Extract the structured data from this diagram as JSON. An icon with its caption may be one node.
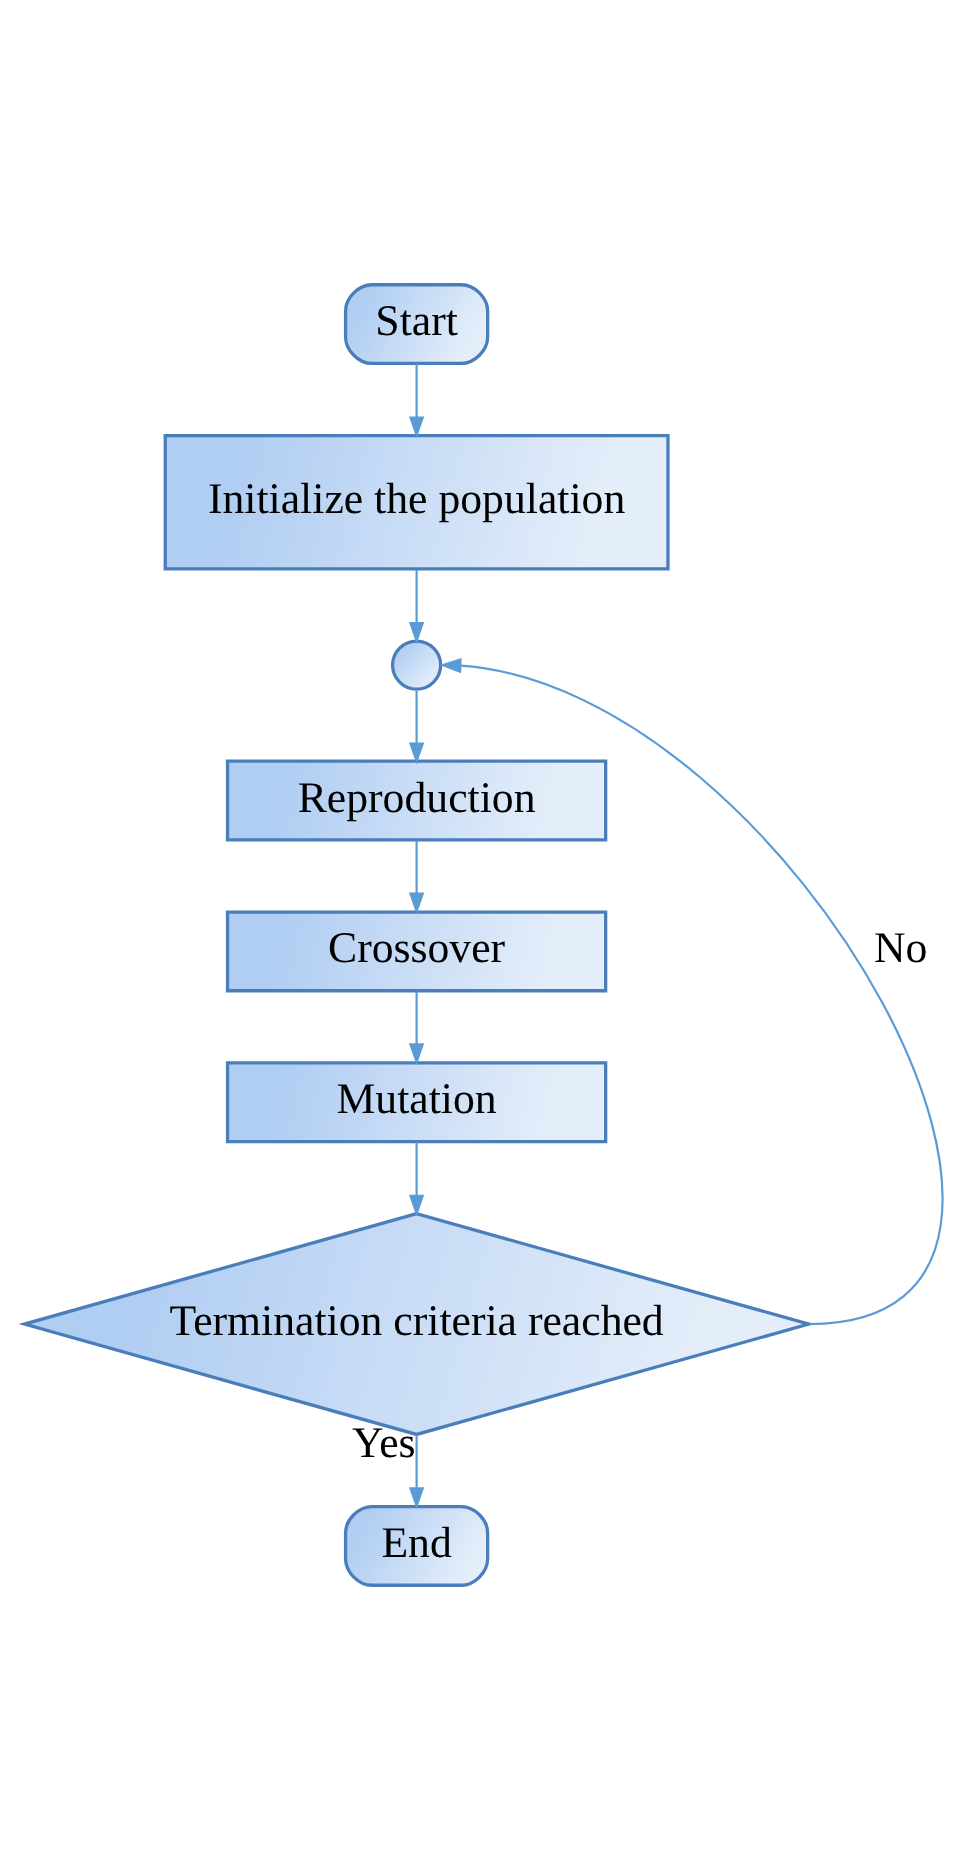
{
  "diagram": {
    "nodes": [
      {
        "text": [
          "Start"
        ]
      },
      {
        "text": [
          "Initialize the population"
        ]
      },
      {
        "text": [],
        "shape": "circle"
      },
      {
        "text": [
          "Reproduction"
        ]
      },
      {
        "text": [
          "Crossover"
        ]
      },
      {
        "text": [
          "Mutation"
        ]
      },
      {
        "text": [
          "Termination criteria reached"
        ]
      },
      {
        "text": [
          "End"
        ]
      }
    ],
    "edges": [
      {
        "from": 0,
        "to": 1,
        "arrow": "to"
      },
      {
        "from": 1,
        "to": 2,
        "arrow": "to"
      },
      {
        "from": 2,
        "to": 3,
        "arrow": "to"
      },
      {
        "from": 3,
        "to": 4,
        "arrow": "to"
      },
      {
        "from": 4,
        "to": 5,
        "arrow": "to"
      },
      {
        "from": 5,
        "to": 6,
        "arrow": "to"
      },
      {
        "from": 6,
        "to": 7,
        "label": "Yes",
        "arrow": "to"
      },
      {
        "from": 6,
        "to": 2,
        "label": "No",
        "arrow": "to"
      }
    ]
  }
}
